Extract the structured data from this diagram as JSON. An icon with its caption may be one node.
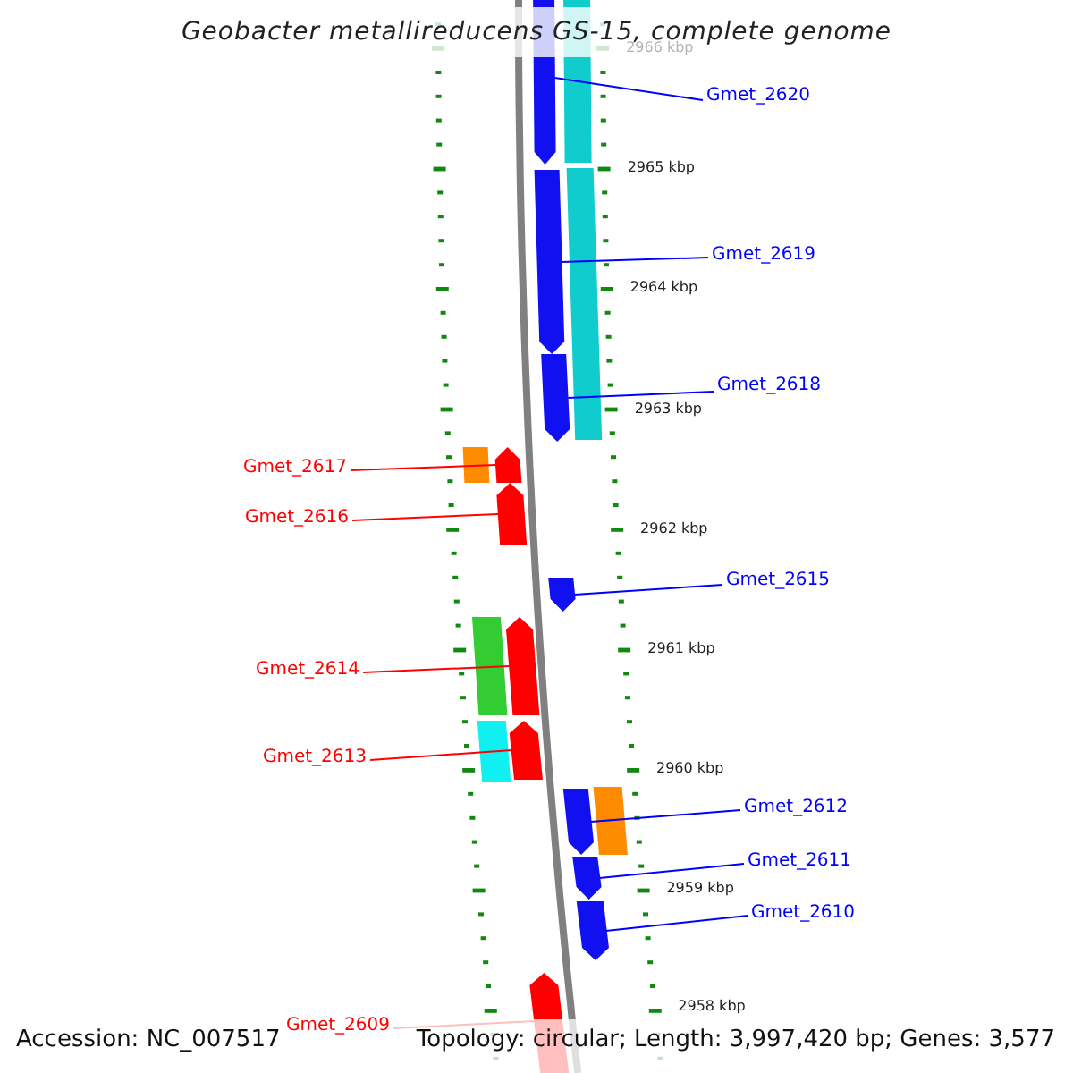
{
  "diagram": {
    "title": "Geobacter metallireducens GS-15, complete genome",
    "nodes": [
      {
        "text": [
          "Gmet_2620"
        ]
      },
      {
        "text": [
          "Gmet_2619"
        ]
      },
      {
        "text": [
          "Gmet_2618"
        ]
      },
      {
        "text": [
          "Gmet_2617"
        ]
      },
      {
        "text": [
          "Gmet_2616"
        ]
      },
      {
        "text": [
          "Gmet_2615"
        ]
      },
      {
        "text": [
          "Gmet_2614"
        ]
      },
      {
        "text": [
          "Gmet_2613"
        ]
      },
      {
        "text": [
          "Gmet_2612"
        ]
      },
      {
        "text": [
          "Gmet_2611"
        ]
      },
      {
        "text": [
          "Gmet_2610"
        ]
      },
      {
        "text": [
          "Gmet_2609"
        ]
      },
      {
        "text": [],
        "shape": "pentagon"
      },
      {
        "text": [],
        "shape": "pentagon"
      },
      {
        "text": [],
        "shape": "pentagon"
      },
      {
        "text": [],
        "shape": "pentagon"
      },
      {
        "text": [],
        "shape": "pentagon"
      },
      {
        "text": [],
        "shape": "pentagon"
      },
      {
        "text": [],
        "shape": "pentagon"
      },
      {
        "text": [],
        "shape": "pentagon"
      },
      {
        "text": [],
        "shape": "pentagon"
      },
      {
        "text": [],
        "shape": "pentagon"
      },
      {
        "text": [],
        "shape": "pentagon"
      },
      {
        "text": [],
        "shape": "pentagon"
      },
      {
        "text": [],
        "shape": "box"
      },
      {
        "text": [],
        "shape": "box"
      },
      {
        "text": [],
        "shape": "box"
      },
      {
        "text": [],
        "shape": "box"
      },
      {
        "text": [],
        "shape": "box"
      },
      {
        "text": [],
        "shape": "box"
      }
    ],
    "edges": [
      {
        "from": 0,
        "to": 12,
        "arrow": "none"
      },
      {
        "from": 1,
        "to": 13,
        "arrow": "none"
      },
      {
        "from": 2,
        "to": 14,
        "arrow": "none"
      },
      {
        "from": 3,
        "to": 15,
        "arrow": "none",
        "color": "#ff0000"
      },
      {
        "from": 4,
        "to": 16,
        "arrow": "none",
        "color": "#ff0000"
      },
      {
        "from": 5,
        "to": 17,
        "arrow": "none"
      },
      {
        "from": 6,
        "to": 18,
        "arrow": "none",
        "color": "#ff0000"
      },
      {
        "from": 7,
        "to": 19,
        "arrow": "none",
        "color": "#ff0000"
      },
      {
        "from": 8,
        "to": 20,
        "arrow": "none"
      },
      {
        "from": 9,
        "to": 21,
        "arrow": "none"
      },
      {
        "from": 10,
        "to": 22,
        "arrow": "none"
      },
      {
        "from": 11,
        "to": 23,
        "arrow": "none",
        "color": "#ff0000"
      }
    ],
    "labels": [
      "2966 kbp",
      "2965 kbp",
      "2964 kbp",
      "2963 kbp",
      "2962 kbp",
      "2961 kbp",
      "2960 kbp",
      "2959 kbp",
      "2958 kbp",
      "Accession: NC_007517",
      "Topology: circular; Length: 3,997,420 bp; Genes: 3,577"
    ]
  }
}
